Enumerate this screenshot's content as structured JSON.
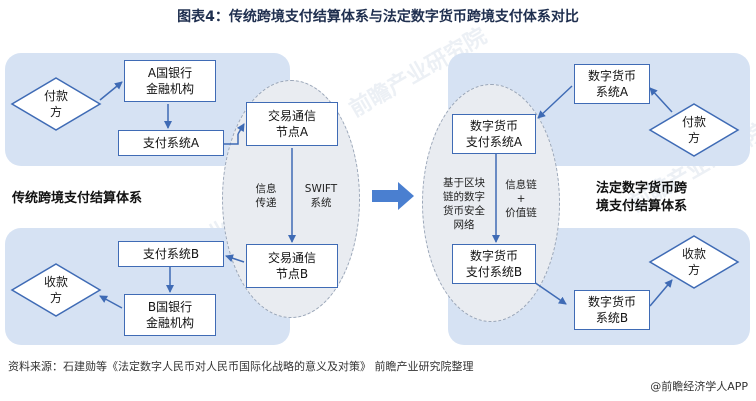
{
  "title": "图表4：传统跨境支付结算体系与法定数字货币跨境支付体系对比",
  "left": {
    "system_label": "传统跨境支付结算体系",
    "payer": "付款\n方",
    "payee": "收款\n方",
    "bank_a": "A国银行\n金融机构",
    "pay_sys_a": "支付系统A",
    "pay_sys_b": "支付系统B",
    "bank_b": "B国银行\n金融机构",
    "node_a": "交易通信\n节点A",
    "node_b": "交易通信\n节点B",
    "info_label": "信息\n传递",
    "swift_label": "SWIFT\n系统"
  },
  "right": {
    "system_label": "法定数字货币跨\n境支付结算体系",
    "dc_sys_a_top": "数字货币\n系统A",
    "payer": "付款\n方",
    "dc_pay_a": "数字货币\n支付系统A",
    "dc_pay_b": "数字货币\n支付系统B",
    "payee": "收款\n方",
    "dc_sys_b_bottom": "数字货币\n系统B",
    "blockchain_label": "基于区块\n链的数字\n货币安全\n网络",
    "info_chain_label": "信息链\n+\n价值链"
  },
  "watermark": "前瞻产业研究院",
  "footer": "资料来源：石建勋等《法定数字人民币对人民币国际化战略的意义及对策》 前瞻产业研究院整理",
  "brand": "@前瞻经济学人APP",
  "colors": {
    "panel": "#d6e2f3",
    "box_border": "#3f6bb5",
    "arrow": "#3f6bb5",
    "big_arrow": "#4a7fd0"
  }
}
